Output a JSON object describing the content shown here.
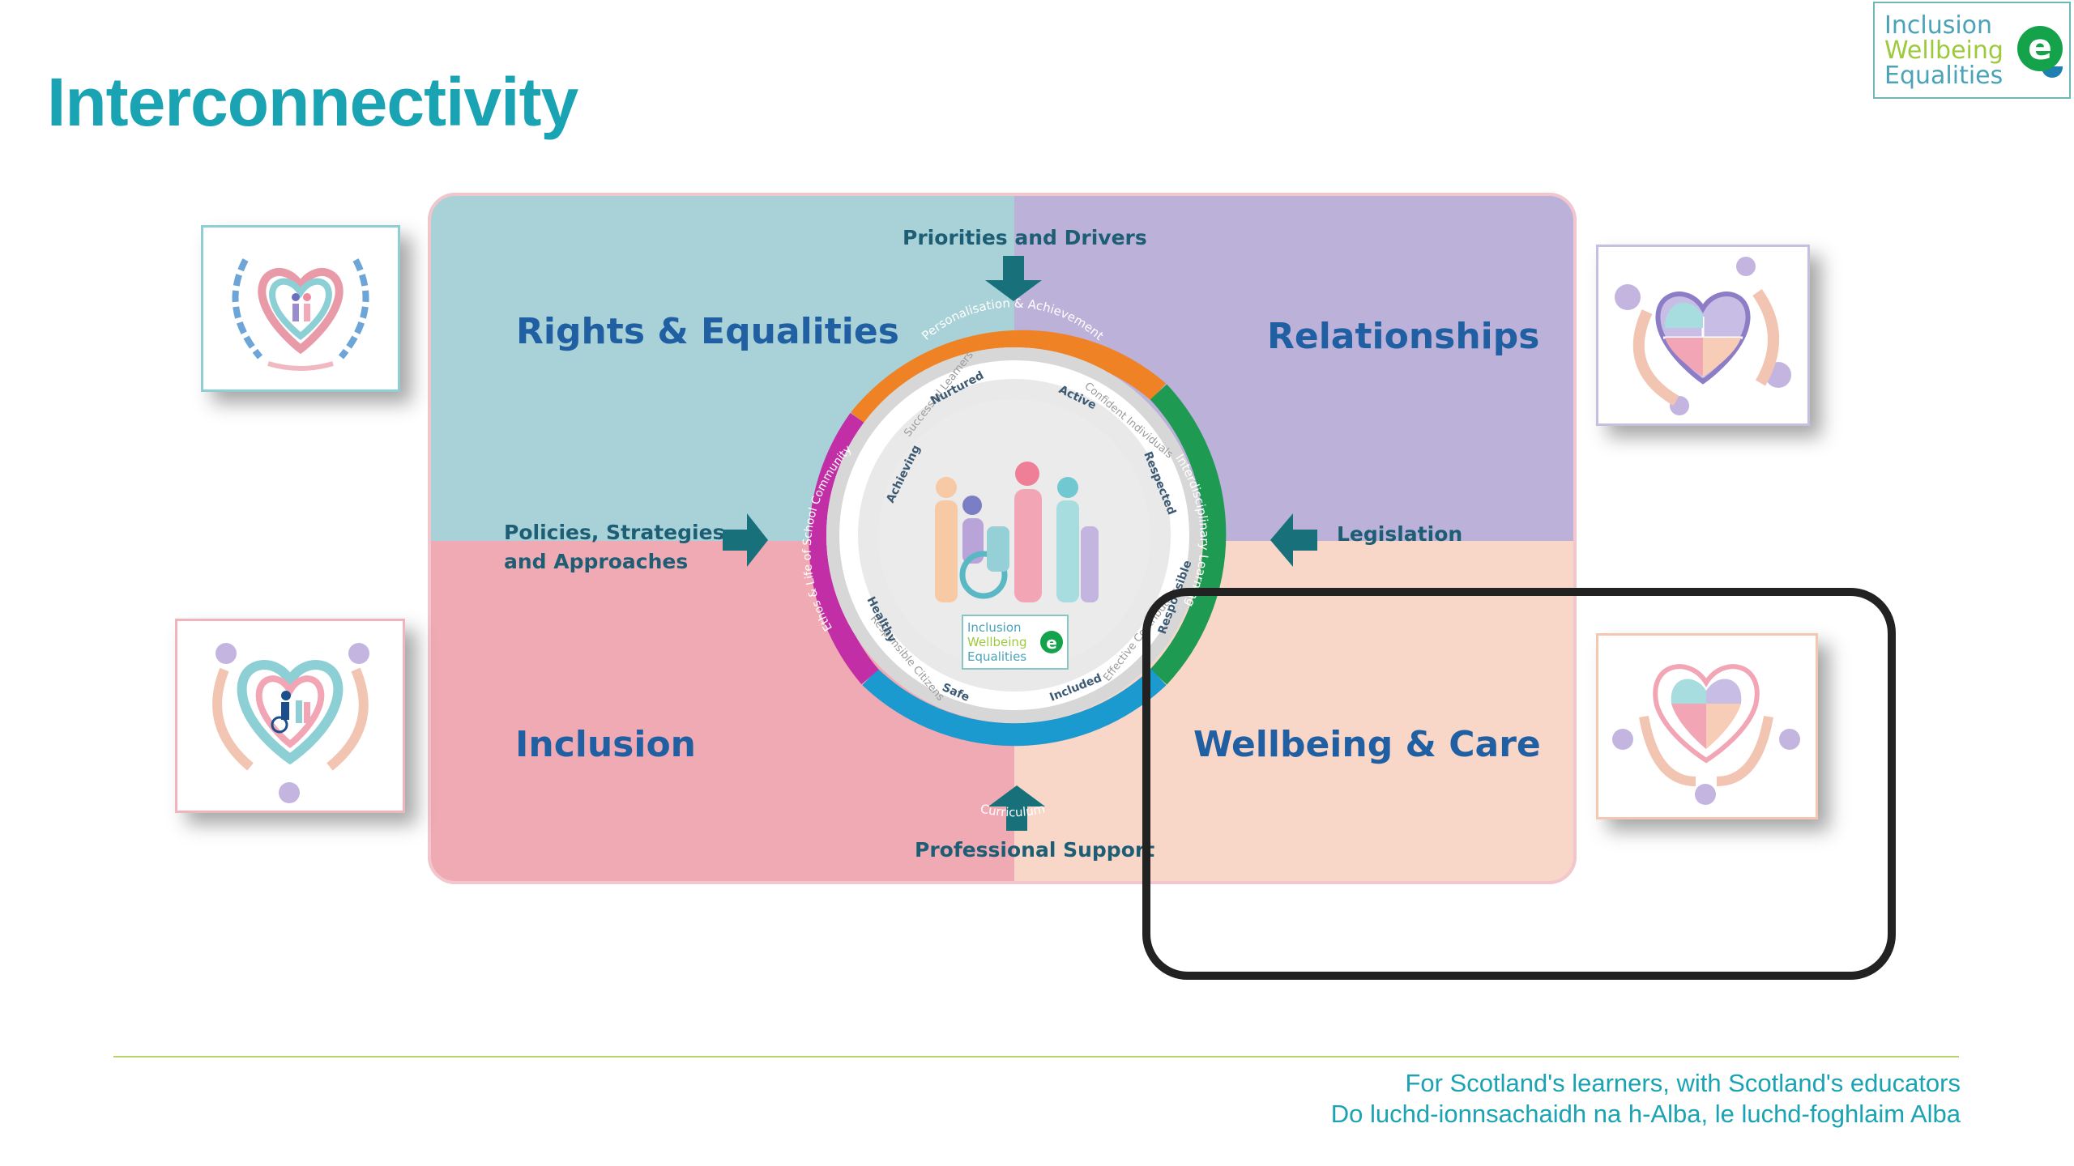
{
  "slide": {
    "title": "Interconnectivity"
  },
  "logo": {
    "line1": "Inclusion",
    "line2": "Wellbeing",
    "line3": "Equalities",
    "badge": "e"
  },
  "diagram": {
    "quadrants": {
      "rights": "Rights & Equalities",
      "relationships": "Relationships",
      "inclusion": "Inclusion",
      "wellbeing": "Wellbeing & Care"
    },
    "drivers": {
      "top": "Priorities and Drivers",
      "left_line1": "Policies, Strategies",
      "left_line2": "and Approaches",
      "right": "Legislation",
      "bottom": "Professional Support"
    },
    "wheel": {
      "outer_segments": [
        "Personalisation & Achievement",
        "Interdisciplinary Learning",
        "Curriculum",
        "Ethos & Life of School Community"
      ],
      "inner_ring": [
        "Successful Learners",
        "Confident Individuals",
        "Effective Contributors",
        "Responsible Citizens"
      ],
      "indicators": [
        "Nurtured",
        "Active",
        "Respected",
        "Responsible",
        "Included",
        "Safe",
        "Healthy",
        "Achieving"
      ],
      "center_logo": [
        "Inclusion",
        "Wellbeing",
        "Equalities"
      ],
      "center_badge": "e"
    }
  },
  "footer": {
    "english": "For Scotland's learners, with Scotland's educators",
    "gaelic": "Do luchd-ionnsachaidh na h-Alba, le luchd-foghlaim Alba"
  },
  "colors": {
    "title": "#1aa3b3",
    "rights_quadrant": "#a9d2d8",
    "relationships_quadrant": "#bcb1d9",
    "inclusion_quadrant": "#f0aab4",
    "wellbeing_quadrant": "#f8d6c8",
    "quadrant_label": "#1f5fa2",
    "arrow": "#17707a",
    "wheel_orange": "#f08226",
    "wheel_green": "#1e9a52",
    "wheel_blue": "#1b9ad0",
    "wheel_magenta": "#c12ea6"
  }
}
